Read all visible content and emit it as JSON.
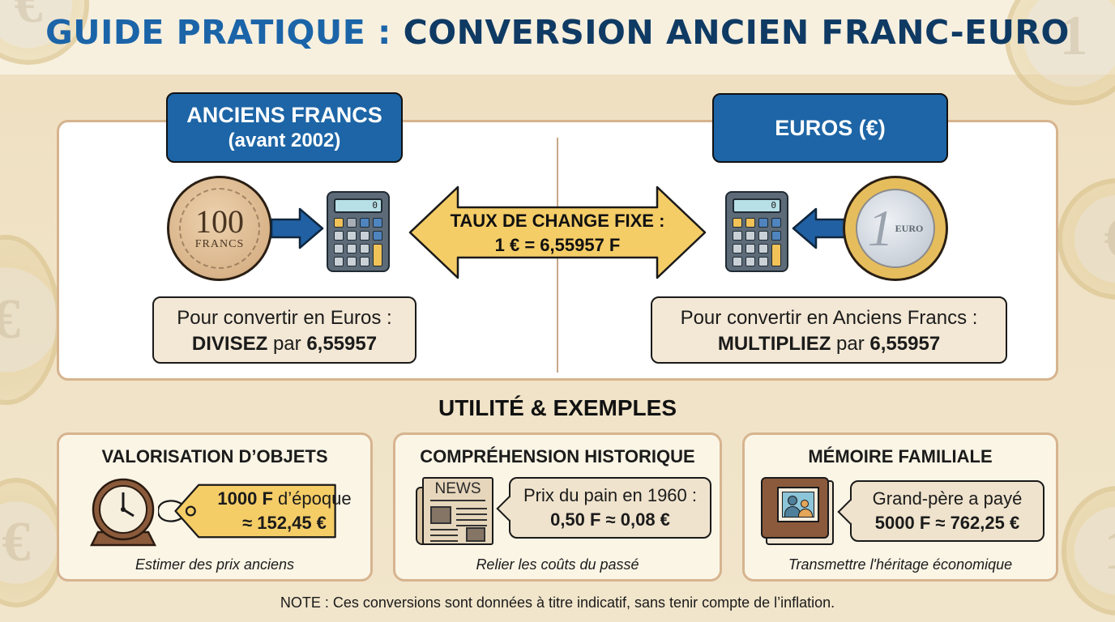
{
  "title": {
    "part1": "GUIDE PRATIQUE :",
    "part2": "CONVERSION ANCIEN FRANC-EURO"
  },
  "colors": {
    "title_accent": "#1b64a8",
    "title_dark": "#0f3a64",
    "header_blue": "#1d65a6",
    "arrow_yellow": "#f5cd67",
    "background": "#f1e4c8",
    "card_border": "#d6b48f"
  },
  "left": {
    "header_main": "ANCIENS FRANCS",
    "header_sub": "(avant 2002)",
    "coin_value": "100",
    "coin_currency": "FRANCS",
    "calc_display": "0",
    "rule_line1": "Pour convertir en Euros :",
    "rule_verb": "DIVISEZ",
    "rule_par": "par",
    "rule_value": "6,55957"
  },
  "center": {
    "rate_line1": "TAUX DE CHANGE FIXE :",
    "rate_line2": "1 € = 6,55957 F"
  },
  "right": {
    "header_main": "EUROS (€)",
    "coin_value": "1",
    "coin_label": "EURO",
    "calc_display": "0",
    "rule_line1": "Pour convertir en Anciens Francs :",
    "rule_verb": "MULTIPLIEZ",
    "rule_par": "par",
    "rule_value": "6,55957"
  },
  "section_title": "UTILITÉ & EXEMPLES",
  "cards": [
    {
      "title": "VALORISATION D’OBJETS",
      "icon": "clock-icon",
      "line1_bold": "1000 F",
      "line1_rest": "d’époque",
      "line2": "≈ 152,45 €",
      "caption": "Estimer des prix anciens"
    },
    {
      "title": "COMPRÉHENSION HISTORIQUE",
      "icon": "newspaper-icon",
      "icon_label": "NEWS",
      "line1": "Prix du pain en 1960 :",
      "line2": "0,50 F ≈ 0,08 €",
      "caption": "Relier les coûts du passé"
    },
    {
      "title": "MÉMOIRE FAMILIALE",
      "icon": "photo-album-icon",
      "line1": "Grand-père a payé",
      "line2": "5000 F ≈ 762,25 €",
      "caption": "Transmettre l'héritage économique"
    }
  ],
  "note": "NOTE : Ces conversions sont données à titre indicatif, sans tenir compte de l’inflation."
}
